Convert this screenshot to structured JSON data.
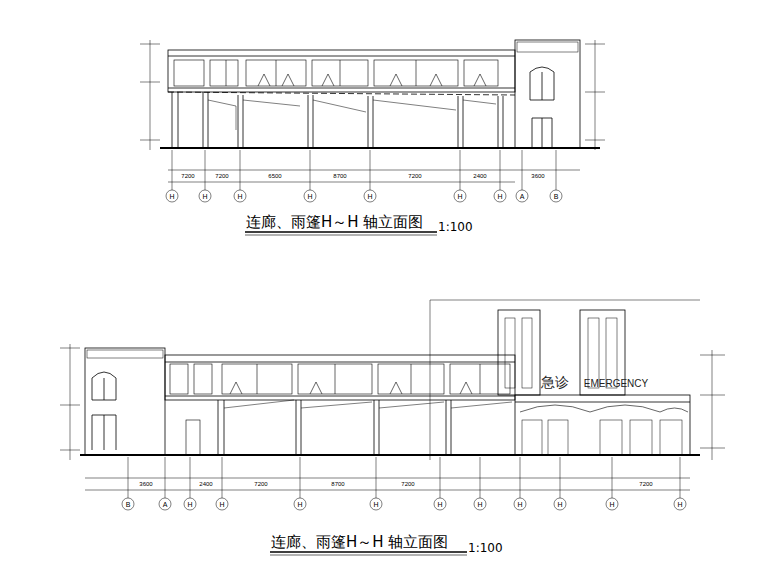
{
  "diagram": {
    "labels": [
      "急诊",
      "EMERGENCY",
      "连廊、雨篷H～H 轴立面图",
      "1:100",
      "连廊、雨篷H～H 轴立面图",
      "1:100",
      "H",
      "H",
      "H",
      "H",
      "H",
      "H",
      "H",
      "A",
      "B",
      "7200",
      "7200",
      "6500",
      "8700",
      "7200",
      "2400",
      "3600",
      "B",
      "A",
      "H",
      "H",
      "H",
      "H",
      "H",
      "H",
      "H",
      "H",
      "H",
      "H",
      "3600",
      "2400",
      "7200",
      "8700",
      "7200",
      "7200"
    ]
  }
}
